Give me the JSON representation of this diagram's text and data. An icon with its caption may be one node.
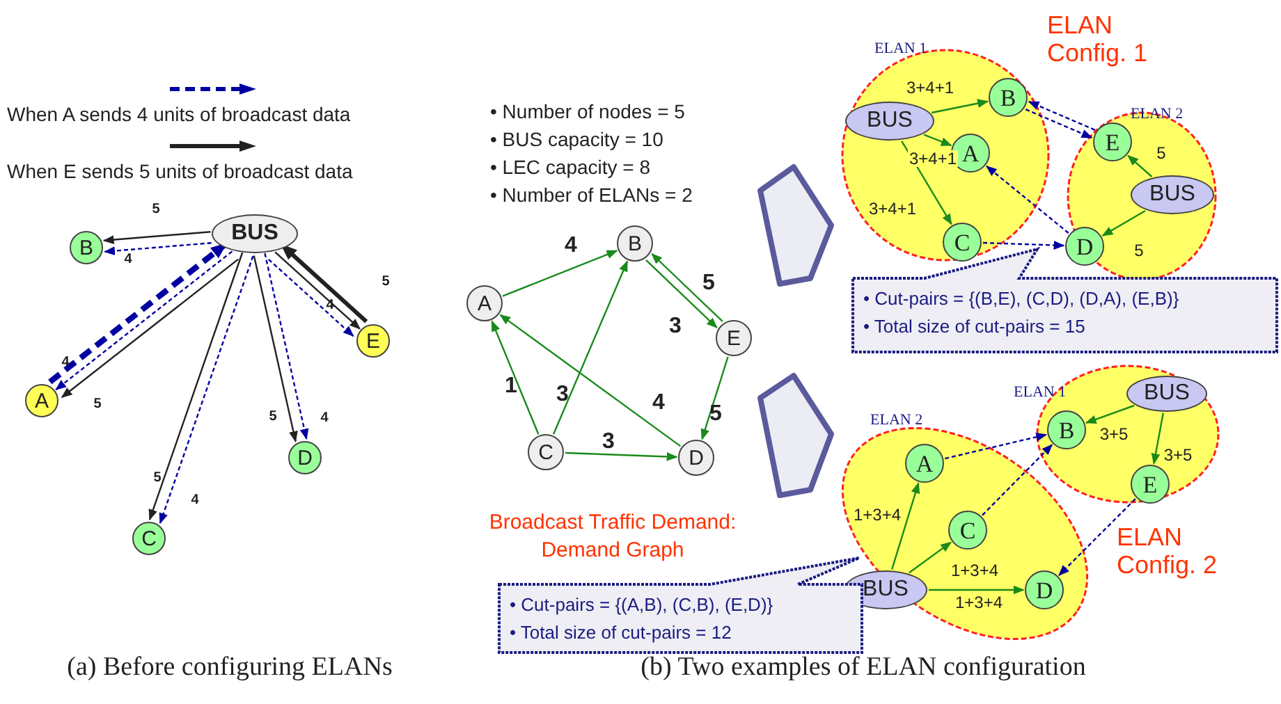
{
  "diagram": {
    "nodes": [
      {
        "text": [
          "BUS"
        ]
      },
      {
        "text": [
          "B"
        ]
      },
      {
        "text": [
          "E"
        ]
      },
      {
        "text": [
          "A"
        ]
      },
      {
        "text": [
          "D"
        ]
      },
      {
        "text": [
          "C"
        ]
      },
      {
        "text": [
          "A"
        ]
      },
      {
        "text": [
          "B"
        ]
      },
      {
        "text": [
          "E"
        ]
      },
      {
        "text": [
          "C"
        ]
      },
      {
        "text": [
          "D"
        ]
      },
      {
        "text": [
          "ELAN 1"
        ]
      },
      {
        "text": [
          "BUS"
        ],
        "in": 11
      },
      {
        "text": [
          "B"
        ],
        "in": 11
      },
      {
        "text": [
          "A"
        ],
        "in": 11
      },
      {
        "text": [
          "C"
        ],
        "in": 11
      },
      {
        "text": [
          "ELAN 2"
        ]
      },
      {
        "text": [
          "E"
        ],
        "in": 16
      },
      {
        "text": [
          "BUS"
        ],
        "in": 16
      },
      {
        "text": [
          "D"
        ],
        "in": 16
      },
      {
        "text": [
          "• Cut-pairs = {(B,E), (C,D), (D,A), (E,B)}",
          "• Total size of cut-pairs = 15"
        ]
      },
      {
        "text": [
          "ELAN 1"
        ]
      },
      {
        "text": [
          "BUS"
        ],
        "in": 21
      },
      {
        "text": [
          "B"
        ],
        "in": 21
      },
      {
        "text": [
          "E"
        ],
        "in": 21
      },
      {
        "text": [
          "ELAN 2"
        ]
      },
      {
        "text": [
          "A"
        ],
        "in": 25
      },
      {
        "text": [
          "C"
        ],
        "in": 25
      },
      {
        "text": [
          "D"
        ],
        "in": 25
      },
      {
        "text": [
          "BUS"
        ],
        "in": 25
      },
      {
        "text": [
          "• Cut-pairs = {(A,B), (C,B), (E,D)}",
          "• Total size of cut-pairs = 12"
        ]
      }
    ],
    "edges": [
      {
        "from": 0,
        "to": 1,
        "arrow": "to",
        "label": "5",
        "color": "#222222"
      },
      {
        "from": 0,
        "to": 1,
        "arrow": "to",
        "label": "4",
        "style": "dashed",
        "color": "#0000a0"
      },
      {
        "from": 3,
        "to": 0,
        "arrow": "to",
        "label": "4",
        "style": "dashed",
        "color": "#0000a0"
      },
      {
        "from": 0,
        "to": 3,
        "arrow": "to",
        "style": "dashed",
        "color": "#0000a0"
      },
      {
        "from": 0,
        "to": 3,
        "arrow": "to",
        "label": "5",
        "color": "#222222"
      },
      {
        "from": 2,
        "to": 0,
        "arrow": "to",
        "label": "5",
        "style": "thick",
        "color": "#222222"
      },
      {
        "from": 0,
        "to": 2,
        "arrow": "to",
        "color": "#222222"
      },
      {
        "from": 0,
        "to": 2,
        "arrow": "to",
        "label": "4",
        "style": "dashed",
        "color": "#0000a0"
      },
      {
        "from": 0,
        "to": 4,
        "arrow": "to",
        "label": "5",
        "color": "#222222"
      },
      {
        "from": 0,
        "to": 4,
        "arrow": "to",
        "label": "4",
        "style": "dashed",
        "color": "#0000a0"
      },
      {
        "from": 0,
        "to": 5,
        "arrow": "to",
        "label": "5",
        "color": "#222222"
      },
      {
        "from": 0,
        "to": 5,
        "arrow": "to",
        "label": "4",
        "style": "dashed",
        "color": "#0000a0"
      },
      {
        "from": 6,
        "to": 7,
        "arrow": "to",
        "label": "4"
      },
      {
        "from": 7,
        "to": 8,
        "arrow": "to",
        "label": "5"
      },
      {
        "from": 8,
        "to": 7,
        "arrow": "to",
        "label": "3"
      },
      {
        "from": 9,
        "to": 6,
        "arrow": "to",
        "label": "1"
      },
      {
        "from": 9,
        "to": 7,
        "arrow": "to",
        "label": "3"
      },
      {
        "from": 10,
        "to": 6,
        "arrow": "to",
        "label": "4"
      },
      {
        "from": 9,
        "to": 10,
        "arrow": "to",
        "label": "3"
      },
      {
        "from": 8,
        "to": 10,
        "arrow": "to",
        "label": "5"
      },
      {
        "from": 12,
        "to": 13,
        "arrow": "to",
        "label": "3+4+1"
      },
      {
        "from": 12,
        "to": 14,
        "arrow": "to",
        "label": "3+4+1"
      },
      {
        "from": 12,
        "to": 15,
        "arrow": "to",
        "label": "3+4+1"
      },
      {
        "from": 18,
        "to": 17,
        "arrow": "to",
        "label": "5"
      },
      {
        "from": 18,
        "to": 19,
        "arrow": "to",
        "label": "5"
      },
      {
        "from": 13,
        "to": 17,
        "arrow": "to",
        "style": "dashed",
        "color": "#0000a0"
      },
      {
        "from": 17,
        "to": 13,
        "arrow": "to",
        "style": "dashed",
        "color": "#0000a0"
      },
      {
        "from": 19,
        "to": 14,
        "arrow": "to",
        "style": "dashed",
        "color": "#0000a0"
      },
      {
        "from": 15,
        "to": 19,
        "arrow": "to",
        "style": "dashed",
        "color": "#0000a0"
      },
      {
        "from": 22,
        "to": 23,
        "arrow": "to",
        "label": "3+5"
      },
      {
        "from": 22,
        "to": 24,
        "arrow": "to",
        "label": "3+5"
      },
      {
        "from": 29,
        "to": 26,
        "arrow": "to",
        "label": "1+3+4"
      },
      {
        "from": 29,
        "to": 27,
        "arrow": "to",
        "label": "1+3+4"
      },
      {
        "from": 29,
        "to": 28,
        "arrow": "to",
        "label": "1+3+4"
      },
      {
        "from": 26,
        "to": 23,
        "arrow": "to",
        "style": "dashed",
        "color": "#0000a0"
      },
      {
        "from": 27,
        "to": 23,
        "arrow": "to",
        "style": "dashed",
        "color": "#0000a0"
      },
      {
        "from": 24,
        "to": 28,
        "arrow": "to",
        "style": "dashed",
        "color": "#0000a0"
      }
    ],
    "labels": [
      "• Number of nodes = 5",
      "• BUS capacity = 10",
      "• LEC capacity = 8",
      "• Number of ELANs = 2",
      "Broadcast Traffic Demand: Demand Graph",
      "ELAN Config. 1",
      "ELAN Config. 2",
      "(a) Before configuring ELANs",
      "(b) Two examples of ELAN configuration"
    ],
    "legend": [
      {
        "text": "When A sends 4 units of broadcast data"
      },
      {
        "text": "When E sends 5 units of broadcast data"
      }
    ]
  }
}
